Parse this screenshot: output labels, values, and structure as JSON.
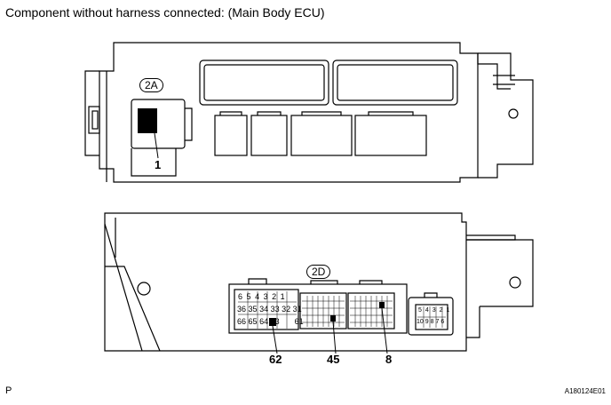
{
  "title": "Component without harness connected: (Main Body ECU)",
  "connectors": {
    "top": {
      "tag": "2A",
      "pin_callouts": [
        "1"
      ]
    },
    "bottom": {
      "tag": "2D",
      "pin_callouts": [
        "62",
        "45",
        "8"
      ],
      "left_block_rows": [
        [
          "6",
          "5",
          "4",
          "3",
          "2",
          "1"
        ],
        [
          "36",
          "35",
          "34",
          "33",
          "32",
          "31"
        ],
        [
          "66",
          "65",
          "64",
          "63",
          "",
          "61"
        ]
      ],
      "small_connector_rows": [
        [
          "5",
          "4",
          "3",
          "2",
          "1"
        ],
        [
          "10",
          "9",
          "8",
          "7",
          "6"
        ]
      ]
    }
  },
  "footer": {
    "left": "P",
    "right": "A180124E01"
  }
}
